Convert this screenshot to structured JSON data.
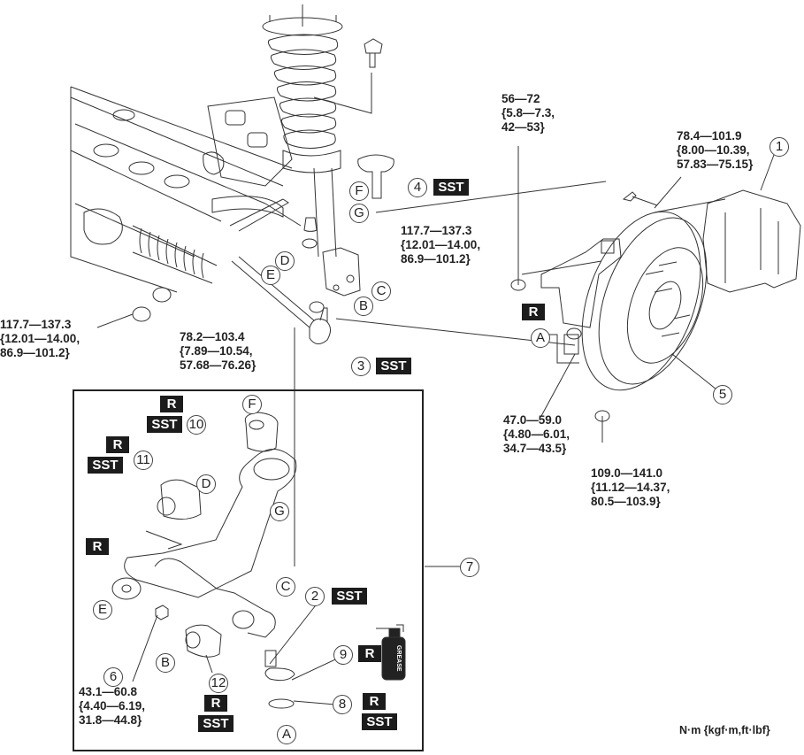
{
  "diagram": {
    "type": "exploded-view",
    "subject": "Front suspension lower arm / steering knuckle assembly",
    "units_note": "N·m {kgf·m,ft·lbf}",
    "part_numbers": [
      {
        "id": "1",
        "tools": []
      },
      {
        "id": "2",
        "tools": [
          "SST"
        ]
      },
      {
        "id": "3",
        "tools": [
          "SST"
        ]
      },
      {
        "id": "4",
        "tools": [
          "SST"
        ]
      },
      {
        "id": "5",
        "tools": []
      },
      {
        "id": "6",
        "tools": []
      },
      {
        "id": "7",
        "tools": []
      },
      {
        "id": "8",
        "tools": [
          "R",
          "SST"
        ]
      },
      {
        "id": "9",
        "tools": [
          "R"
        ]
      },
      {
        "id": "10",
        "tools": [
          "R",
          "SST"
        ]
      },
      {
        "id": "11",
        "tools": [
          "R",
          "SST"
        ]
      },
      {
        "id": "12",
        "tools": [
          "R",
          "SST"
        ]
      }
    ],
    "reference_letters": [
      "A",
      "B",
      "C",
      "D",
      "E",
      "F",
      "G"
    ],
    "torques": {
      "t_56": "56—72\n{5.8—7.3,\n42—53}",
      "t_78_4": "78.4—101.9\n{8.00—10.39,\n57.83—75.15}",
      "t_117_upper": "117.7—137.3\n{12.01—14.00,\n86.9—101.2}",
      "t_117_left": "117.7—137.3\n{12.01—14.00,\n86.9—101.2}",
      "t_78_2": "78.2—103.4\n{7.89—10.54,\n57.68—76.26}",
      "t_47": "47.0—59.0\n{4.80—6.01,\n34.7—43.5}",
      "t_109": "109.0—141.0\n{11.12—14.37,\n80.5—103.9}",
      "t_43": "43.1—60.8\n{4.40—6.19,\n31.8—44.8}"
    },
    "badges": {
      "sst": "SST",
      "r": "R"
    },
    "grease_label": "GREASE"
  }
}
